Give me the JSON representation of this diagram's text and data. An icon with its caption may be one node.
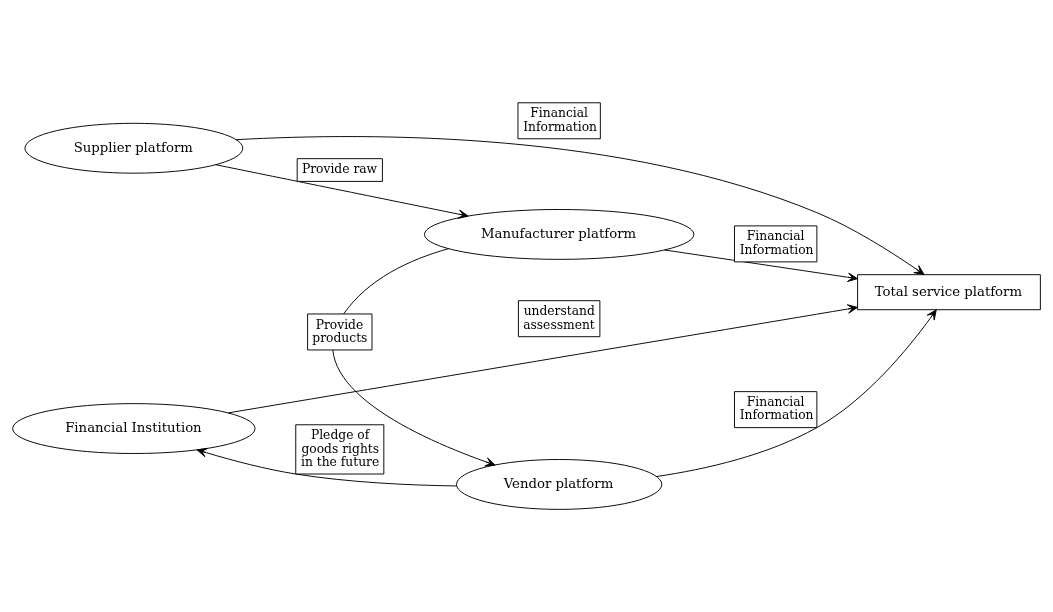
{
  "diagram": {
    "nodes": [
      {
        "text": [
          "Supplier platform"
        ]
      },
      {
        "text": [
          "Financial Institution"
        ]
      },
      {
        "text": [
          "Total service platform"
        ]
      },
      {
        "text": [
          "Manufacturer platform"
        ]
      },
      {
        "text": [
          "Vendor platform"
        ]
      }
    ],
    "edges": [
      {
        "from": 0,
        "to": 2,
        "arrow": "to",
        "label": "Financial Information"
      },
      {
        "from": 1,
        "to": 2,
        "arrow": "to",
        "label": "understand assessment"
      },
      {
        "from": 0,
        "to": 3,
        "arrow": "to",
        "label": "Provide raw"
      },
      {
        "from": 3,
        "to": 2,
        "arrow": "to",
        "label": "Financial Information"
      },
      {
        "from": 4,
        "to": 2,
        "arrow": "to",
        "label": "Financial Information"
      },
      {
        "from": 4,
        "to": 1,
        "arrow": "to",
        "label": "Pledge of goods rights in the future"
      },
      {
        "from": 3,
        "to": 4,
        "arrow": "to",
        "label": "Provide products"
      }
    ]
  }
}
